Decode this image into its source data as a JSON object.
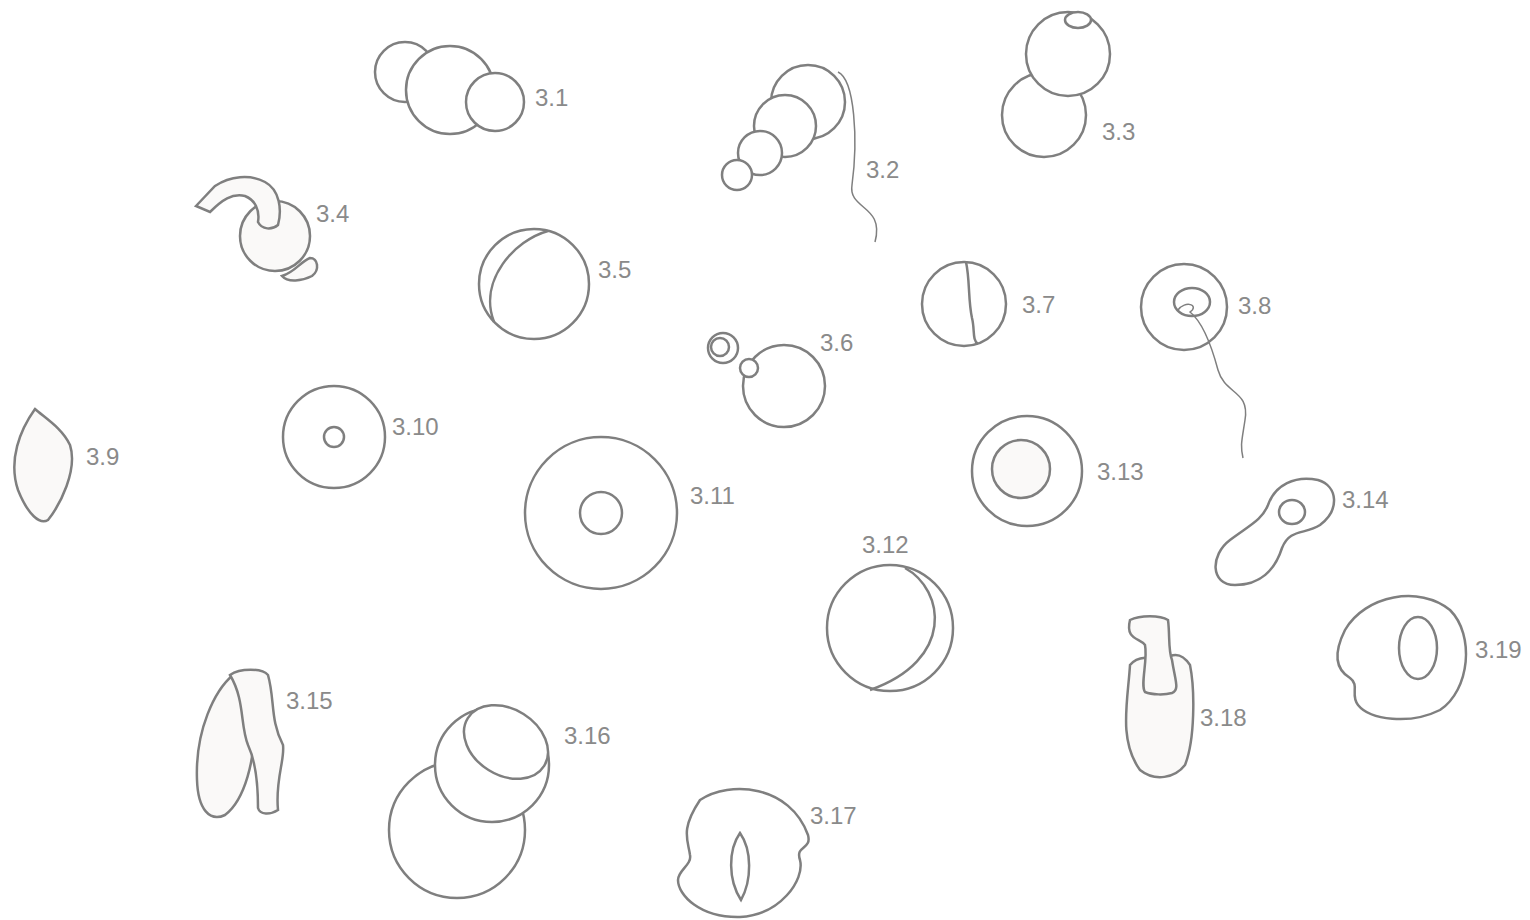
{
  "diagram": {
    "labels": [
      "3.1",
      "3.2",
      "3.3",
      "3.4",
      "3.5",
      "3.6",
      "3.7",
      "3.8",
      "3.9",
      "3.10",
      "3.11",
      "3.12",
      "3.13",
      "3.14",
      "3.15",
      "3.16",
      "3.17",
      "3.18",
      "3.19"
    ]
  }
}
